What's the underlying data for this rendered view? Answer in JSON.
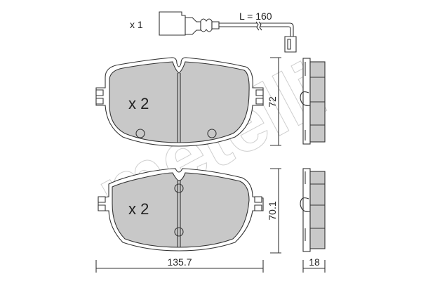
{
  "watermark": {
    "text": "metelli"
  },
  "sensor": {
    "quantity_label": "x 1",
    "length_label": "L = 160"
  },
  "top_pad": {
    "quantity_label": "x 2",
    "height_label": "72"
  },
  "bottom_pad": {
    "quantity_label": "x 2",
    "height_label": "70.1"
  },
  "dimensions": {
    "width_label": "135.7",
    "thickness_label": "18"
  },
  "colors": {
    "friction_material": "#c8c8c8",
    "lines": "#333333"
  }
}
